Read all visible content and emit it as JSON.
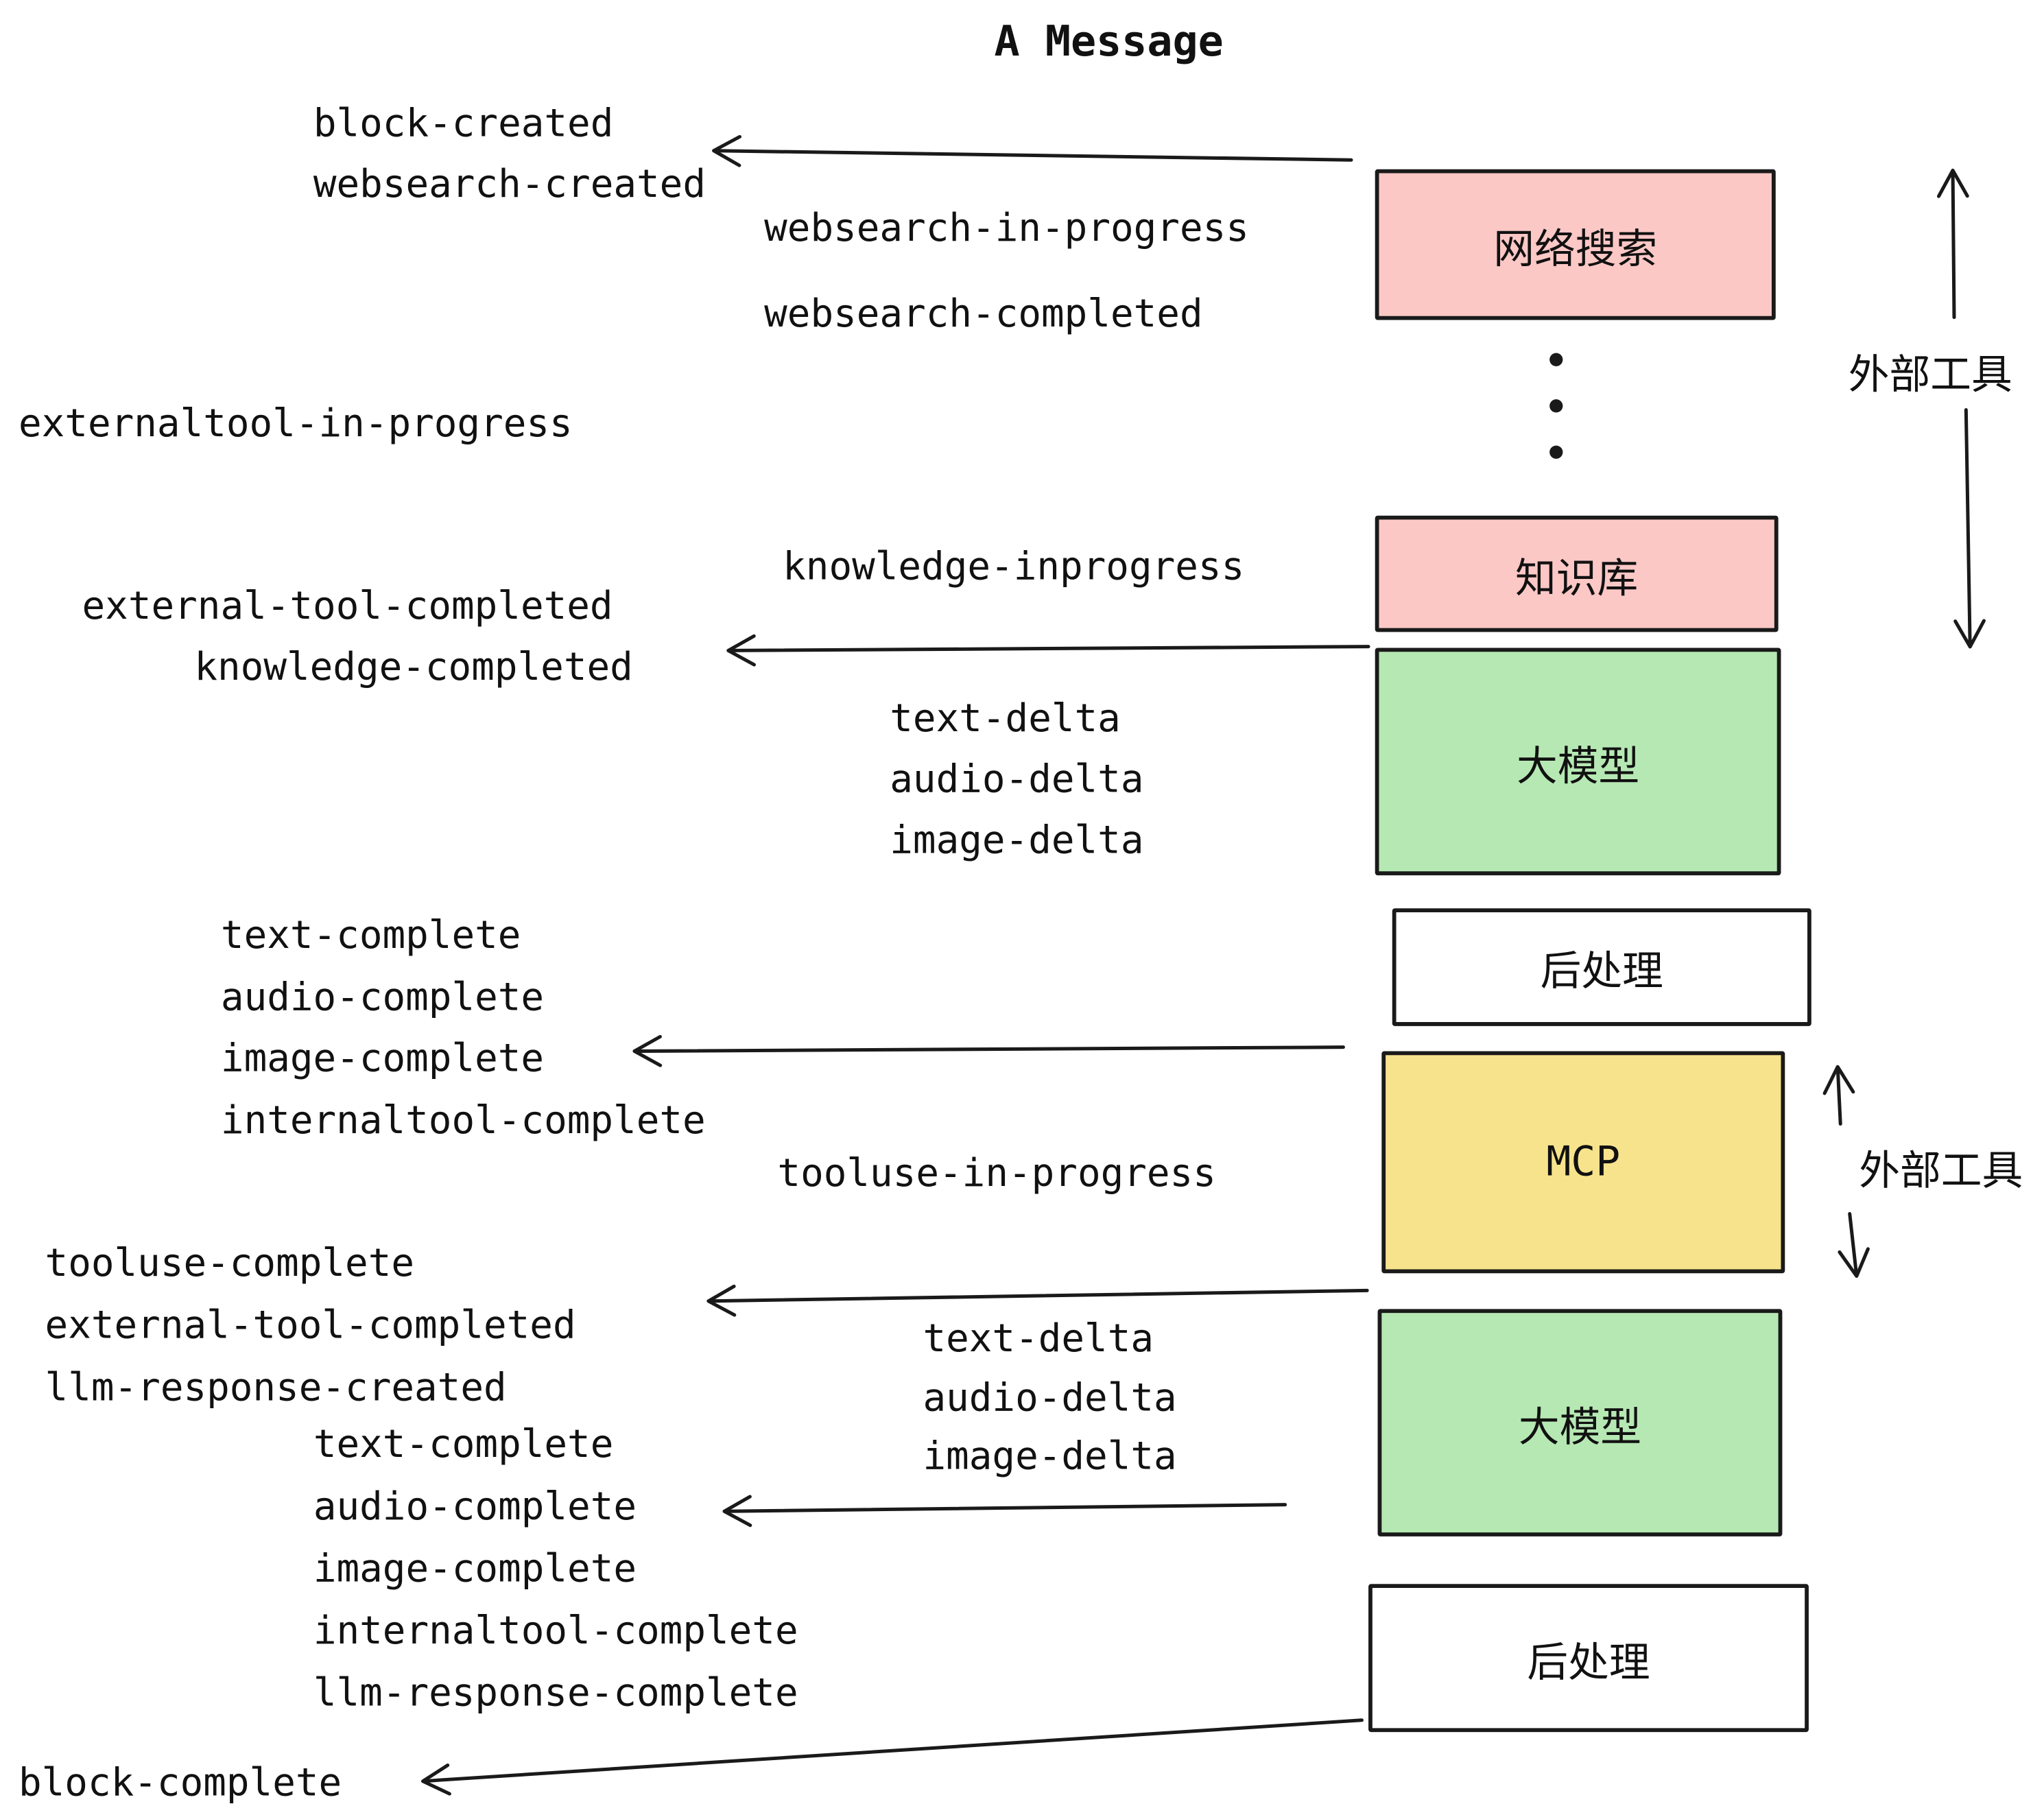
{
  "title": "A Message",
  "events": {
    "block_created": "block-created",
    "websearch_created": "websearch-created",
    "websearch_in_progress": "websearch-in-progress",
    "websearch_completed": "websearch-completed",
    "externaltool_in_progress": "externaltool-in-progress",
    "knowledge_inprogress": "knowledge-inprogress",
    "external_tool_completed": "external-tool-completed",
    "knowledge_completed": "knowledge-completed",
    "delta_group_1": [
      "text-delta",
      "audio-delta",
      "image-delta"
    ],
    "complete_group_1": [
      "text-complete",
      "audio-complete",
      "image-complete",
      "internaltool-complete"
    ],
    "tooluse_in_progress": "tooluse-in-progress",
    "tooluse_complete": "tooluse-complete",
    "external_tool_completed_2": "external-tool-completed",
    "llm_response_created": "llm-response-created",
    "delta_group_2": [
      "text-delta",
      "audio-delta",
      "image-delta"
    ],
    "complete_group_2": [
      "text-complete",
      "audio-complete",
      "image-complete",
      "internaltool-complete",
      "llm-response-complete"
    ],
    "block_complete": "block-complete"
  },
  "boxes": {
    "websearch": "网络搜索",
    "knowledge": "知识库",
    "llm_1": "大模型",
    "post_1": "后处理",
    "mcp": "MCP",
    "llm_2": "大模型",
    "post_2": "后处理"
  },
  "annotations": {
    "external_tools_1": "外部工具",
    "external_tools_2": "外部工具"
  },
  "colors": {
    "box_pink": "#fbc8c6",
    "box_green": "#b6e8b3",
    "box_yellow": "#f8e38d",
    "box_white": "#ffffff",
    "line": "#1a1a1a"
  }
}
